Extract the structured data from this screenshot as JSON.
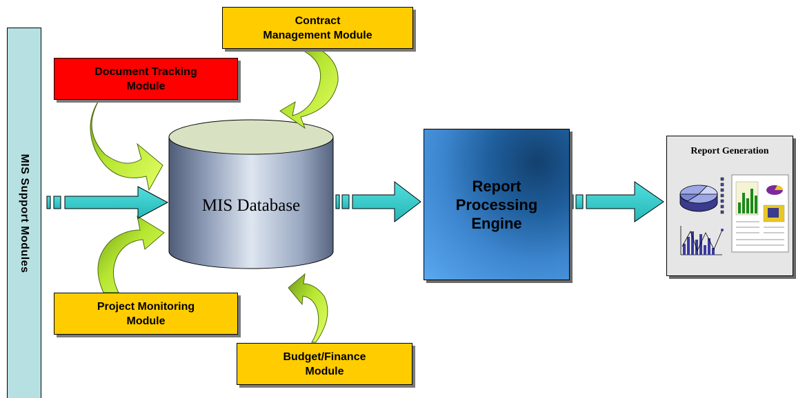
{
  "sidebar": {
    "label": "MIS Support Modules"
  },
  "modules": {
    "document_tracking": {
      "line1": "Document Tracking",
      "line2": "Module"
    },
    "contract_management": {
      "line1": "Contract",
      "line2": "Management Module"
    },
    "project_monitoring": {
      "line1": "Project Monitoring",
      "line2": "Module"
    },
    "budget_finance": {
      "line1": "Budget/Finance",
      "line2": "Module"
    }
  },
  "database": {
    "label": "MIS Database"
  },
  "engine": {
    "line1": "Report",
    "line2": "Processing",
    "line3": "Engine"
  },
  "report": {
    "title": "Report Generation"
  },
  "colors": {
    "module_yellow": "#ffcc00",
    "module_red": "#ff0000",
    "arrow_teal": "#33cccc",
    "curved_arrow_green": "#ccff33",
    "sidebar_fill": "#b7e0e2"
  }
}
